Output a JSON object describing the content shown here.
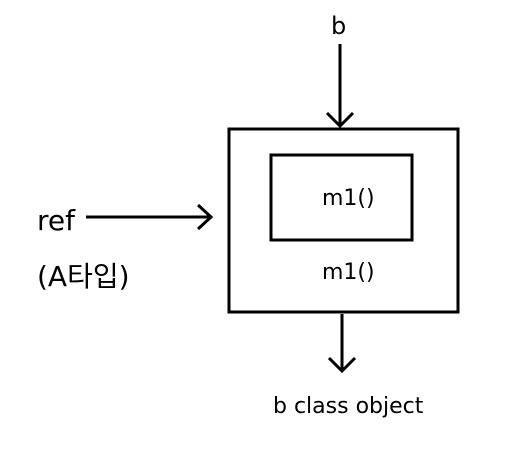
{
  "diagram": {
    "labels": {
      "b": "b",
      "ref": "ref",
      "a_type": "(A타입)",
      "m1_inner": "m1()",
      "m1_outer": "m1()",
      "object": "b class object"
    },
    "colors": {
      "stroke": "#000000",
      "text": "#000000",
      "background": "#ffffff"
    }
  }
}
